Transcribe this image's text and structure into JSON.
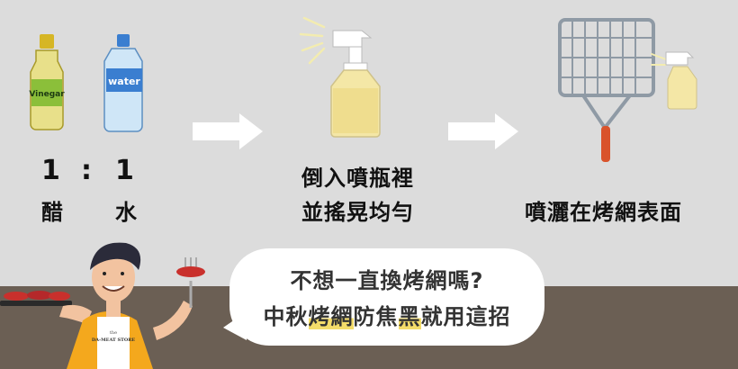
{
  "step1": {
    "vinegar_bottle_label": "Vinegar",
    "water_bottle_label": "water",
    "ratio_left": "1",
    "ratio_colon": ":",
    "ratio_right": "1",
    "under_left": "醋",
    "under_right": "水"
  },
  "step2": {
    "line1": "倒入噴瓶裡",
    "line2": "並搖晃均勻"
  },
  "step3": {
    "text": "噴灑在烤網表面"
  },
  "bubble": {
    "line1": "不想一直換烤網嗎?",
    "line2_a": "中秋",
    "line2_highlight_1": "烤網",
    "line2_b": "防焦",
    "line2_highlight_2": "黑",
    "line2_c": "就用這招"
  },
  "apron_text": {
    "top": "the",
    "brand": "DA-MEAT STORE"
  },
  "colors": {
    "background": "#dcdcdc",
    "floor": "#6b5f54",
    "arrow": "#ffffff",
    "highlight": "#f3dc6a",
    "bottle_liquid": "#f4e7a6"
  }
}
